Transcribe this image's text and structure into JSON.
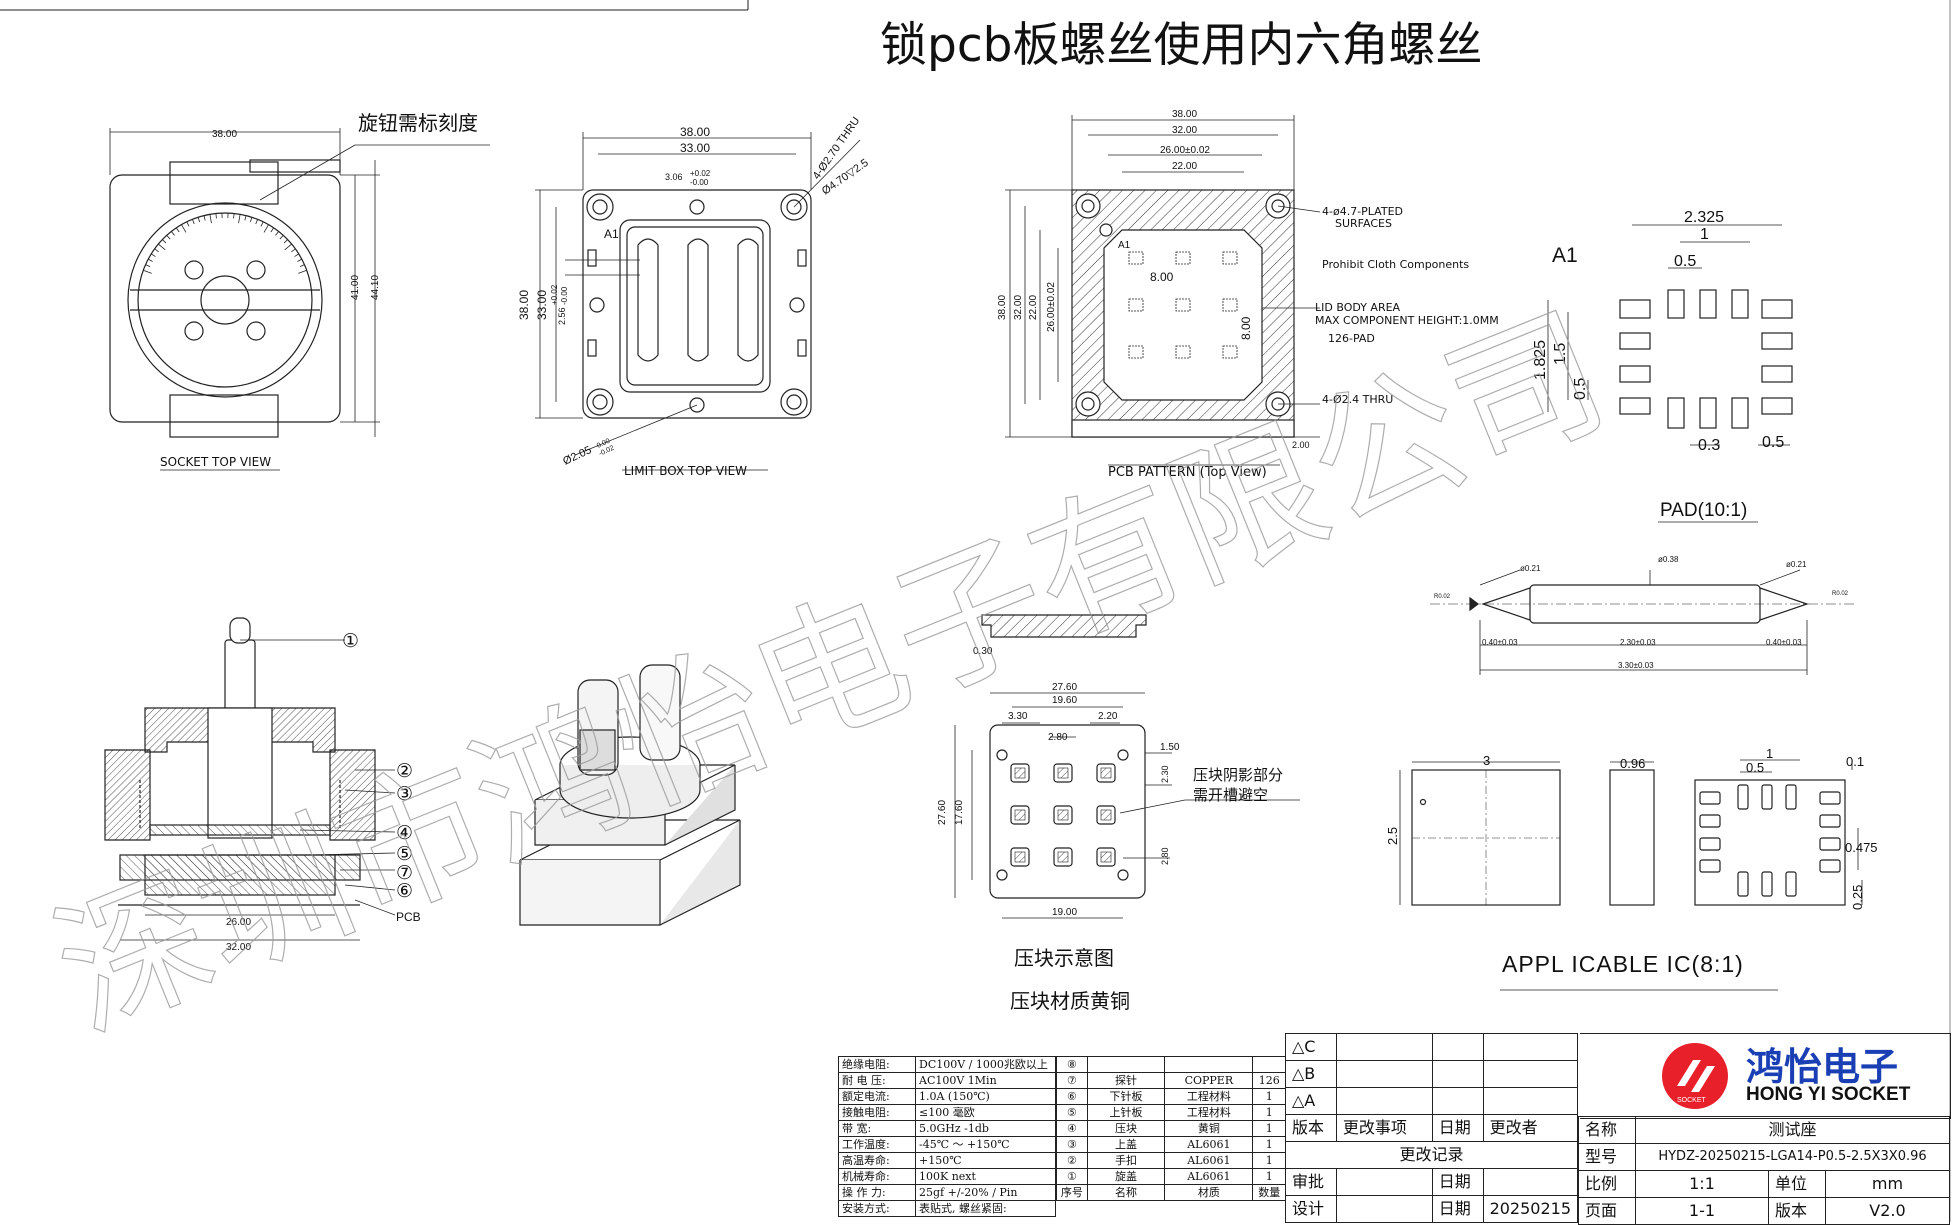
{
  "title": "锁pcb板螺丝使用内六角螺丝",
  "watermark": "深圳市鸿怡电子有限公司",
  "views": {
    "socket_top": {
      "label": "SOCKET TOP VIEW",
      "note": "旋钮需标刻度",
      "dims": {
        "w": "38.00",
        "h1": "41.00",
        "h2": "44.10"
      }
    },
    "limit_box": {
      "label": "LIMIT BOX   TOP VIEW",
      "dims": {
        "w1": "38.00",
        "w2": "33.00",
        "h1": "38.00",
        "h2": "33.00",
        "slot": "3.06",
        "slot_tol_p": "+0.02",
        "slot_tol_m": "-0.00",
        "pitch": "2.56",
        "pitch_tol_p": "+0.02",
        "pitch_tol_m": "-0.00",
        "hole": "Ø2.05",
        "hole_tol_p": "0.00",
        "hole_tol_m": "-0.02",
        "thru": "4-Ø2.70 THRU",
        "cbore": "Ø4.70▽2.5",
        "a1": "A1"
      }
    },
    "pcb_pattern": {
      "label": "PCB PATTERN (Top View)",
      "dims": {
        "w1": "38.00",
        "w2": "32.00",
        "w3": "26.00±0.02",
        "w4": "22.00",
        "h1": "38.00",
        "h2": "32.00",
        "h3": "22.00",
        "h4": "26.00±0.02",
        "pitch_x": "8.00",
        "pitch_y": "8.00",
        "edge": "2.00",
        "a1": "A1"
      },
      "notes": [
        "4-ø4.7-PLATED",
        "SURFACES",
        "Prohibit Cloth Components",
        "LID BODY AREA",
        "MAX COMPONENT HEIGHT:1.0MM",
        "126-PAD",
        "4-Ø2.4  THRU"
      ]
    },
    "pad": {
      "label": "PAD(10:1)",
      "a1": "A1",
      "dims": {
        "w": "2.325",
        "p1": "1",
        "p2": "0.5",
        "h": "1.825",
        "h2": "1.5",
        "h3": "0.5",
        "b1": "0.3",
        "b2": "0.5"
      }
    },
    "pin": {
      "dims": {
        "d_mid": "ø0.38",
        "d_end1": "ø0.21",
        "d_end2": "ø0.21",
        "r1": "R0.02",
        "r2": "R0.02",
        "l1": "0.40±0.03",
        "l2": "2.30±0.03",
        "l3": "0.40±0.03",
        "total": "3.30±0.03"
      }
    },
    "section": {
      "balloons": [
        "①",
        "②",
        "③",
        "④",
        "⑤",
        "⑦",
        "⑥"
      ],
      "pcb": "PCB",
      "dims": {
        "inner": "26.00",
        "outer": "32.00"
      }
    },
    "press_block": {
      "label": "压块示意图",
      "material": "压块材质黄铜",
      "note1": "压块阴影部分",
      "note2": "需开槽避空",
      "dims": {
        "t": "0.30",
        "w1": "27.60",
        "w2": "19.60",
        "a": "3.30",
        "b": "2.80",
        "c": "2.20",
        "d": "1.50",
        "e": "2.30",
        "h1": "27.60",
        "h2": "17.60",
        "f": "2.80",
        "bottom": "19.00"
      }
    },
    "ic": {
      "label": "APPL ICABLE IC(8:1)",
      "dims": {
        "w": "3",
        "h": "2.5",
        "thk": "0.96",
        "p1": "1",
        "p2": "0.5",
        "p3": "0.1",
        "p4": "0.475",
        "p5": "0.25"
      }
    }
  },
  "specs": [
    {
      "k": "绝缘电阻:",
      "v": "DC100V / 1000兆欧以上"
    },
    {
      "k": "耐  电  压:",
      "v": "AC100V 1Min"
    },
    {
      "k": "额定电流:",
      "v": "1.0A  (150℃)"
    },
    {
      "k": "接触电阻:",
      "v": "≤100 毫欧"
    },
    {
      "k": "带      宽:",
      "v": "5.0GHz  -1db"
    },
    {
      "k": "工作温度:",
      "v": "-45℃ ～ +150℃"
    },
    {
      "k": "高温寿命:",
      "v": "+150℃"
    },
    {
      "k": "机械寿命:",
      "v": "100K next"
    },
    {
      "k": "操  作  力:",
      "v": "25gf +/-20% / Pin"
    },
    {
      "k": "安装方式:",
      "v": "表贴式, 螺丝紧固:"
    }
  ],
  "bom": [
    {
      "no": "⑧",
      "name": "",
      "mat": "",
      "qty": ""
    },
    {
      "no": "⑦",
      "name": "探针",
      "mat": "COPPER",
      "qty": "126"
    },
    {
      "no": "⑥",
      "name": "下针板",
      "mat": "工程材料",
      "qty": "1"
    },
    {
      "no": "⑤",
      "name": "上针板",
      "mat": "工程材料",
      "qty": "1"
    },
    {
      "no": "④",
      "name": "压块",
      "mat": "黄铜",
      "qty": "1"
    },
    {
      "no": "③",
      "name": "上盖",
      "mat": "AL6061",
      "qty": "1"
    },
    {
      "no": "②",
      "name": "手扣",
      "mat": "AL6061",
      "qty": "1"
    },
    {
      "no": "①",
      "name": "旋盖",
      "mat": "AL6061",
      "qty": "1"
    }
  ],
  "bom_header": {
    "no": "序号",
    "name": "名称",
    "mat": "材质",
    "qty": "数量"
  },
  "revision": {
    "rows": [
      "△C",
      "△B",
      "△A"
    ],
    "header": {
      "ver": "版本",
      "item": "更改事项",
      "date": "日期",
      "by": "更改者"
    },
    "record": "更改记录",
    "approve": "审批",
    "design": "设计",
    "date_label": "日期",
    "design_date": "20250215"
  },
  "company": {
    "name_cn": "鸿怡电子",
    "name_en": "HONG YI SOCKET",
    "logo_sub": "SOCKET",
    "brand_color": "#e8202a"
  },
  "info": {
    "name_label": "名称",
    "name": "测试座",
    "model_label": "型号",
    "model": "HYDZ-20250215-LGA14-P0.5-2.5X3X0.96",
    "scale_label": "比例",
    "scale": "1:1",
    "unit_label": "单位",
    "unit": "mm",
    "page_label": "页面",
    "page": "1-1",
    "ver_label": "版本",
    "ver": "V2.0"
  }
}
